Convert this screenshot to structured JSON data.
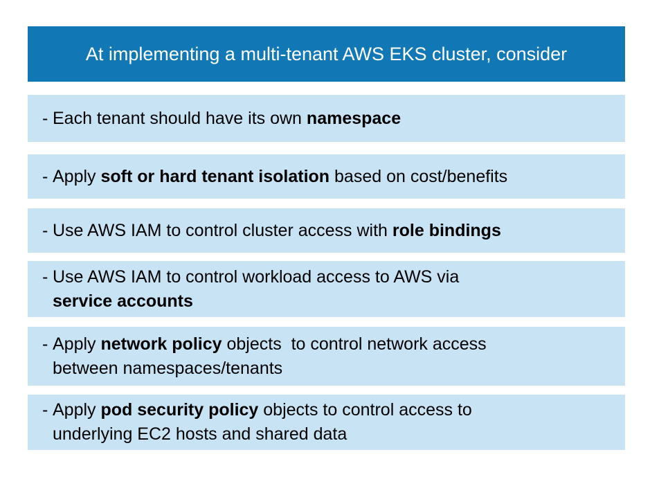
{
  "header": {
    "title": "At implementing a multi-tenant AWS EKS cluster, consider"
  },
  "bullet_char": "-",
  "colors": {
    "header_bg": "#1278b5",
    "header_text": "#ffffff",
    "item_bg": "#c8e3f4",
    "item_text": "#000000",
    "page_bg": "#ffffff"
  },
  "items": [
    {
      "lines": [
        {
          "segments": [
            {
              "text": "Each tenant should have its own ",
              "bold": false
            },
            {
              "text": "namespace",
              "bold": true
            }
          ]
        }
      ]
    },
    {
      "lines": [
        {
          "segments": [
            {
              "text": "Apply ",
              "bold": false
            },
            {
              "text": "soft or hard tenant isolation",
              "bold": true
            },
            {
              "text": " based on cost/benefits",
              "bold": false
            }
          ]
        }
      ]
    },
    {
      "lines": [
        {
          "segments": [
            {
              "text": "Use AWS IAM to control cluster access with ",
              "bold": false
            },
            {
              "text": "role bindings",
              "bold": true
            }
          ]
        }
      ]
    },
    {
      "lines": [
        {
          "segments": [
            {
              "text": "Use AWS IAM to control workload access to AWS via",
              "bold": false
            }
          ]
        },
        {
          "segments": [
            {
              "text": "service accounts",
              "bold": true
            }
          ]
        }
      ]
    },
    {
      "lines": [
        {
          "segments": [
            {
              "text": "Apply ",
              "bold": false
            },
            {
              "text": "network policy",
              "bold": true
            },
            {
              "text": " objects  to control network access",
              "bold": false
            }
          ]
        },
        {
          "segments": [
            {
              "text": "between namespaces/tenants",
              "bold": false
            }
          ]
        }
      ]
    },
    {
      "lines": [
        {
          "segments": [
            {
              "text": "Apply ",
              "bold": false
            },
            {
              "text": "pod security policy",
              "bold": true
            },
            {
              "text": " objects to control access to",
              "bold": false
            }
          ]
        },
        {
          "segments": [
            {
              "text": "underlying EC2 hosts and shared data",
              "bold": false
            }
          ]
        }
      ]
    }
  ]
}
